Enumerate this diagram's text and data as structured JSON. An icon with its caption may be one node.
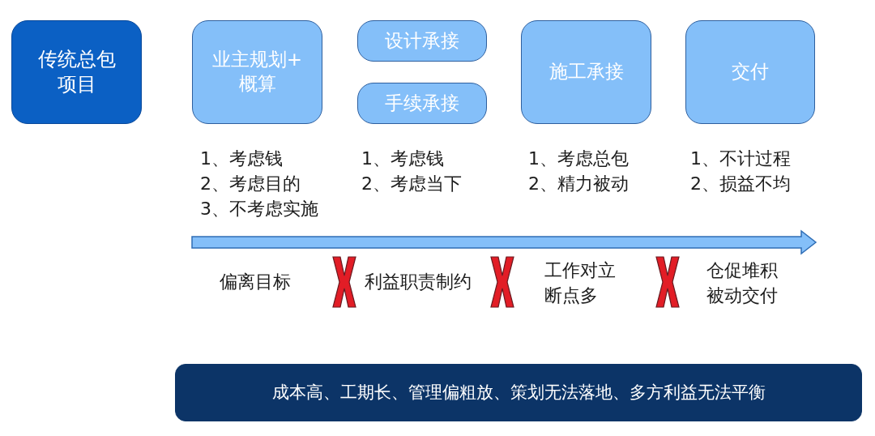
{
  "diagram": {
    "nodes": [
      {
        "text": [
          "传统总包项目"
        ]
      },
      {
        "text": [
          "业主规划+概算"
        ]
      },
      {
        "text": [
          "设计承接"
        ]
      },
      {
        "text": [
          "手续承接"
        ]
      },
      {
        "text": [
          "施工承接"
        ]
      },
      {
        "text": [
          "交付"
        ]
      },
      {
        "text": [
          "成本高、工期长、管理偏粗放、策划无法落地、多方利益无法平衡"
        ]
      }
    ],
    "labels": [
      "1、考虑钱",
      "2、考虑目的",
      "3、不考虑实施",
      "1、考虑钱",
      "2、考虑当下",
      "1、考虑总包",
      "2、精力被动",
      "1、不计过程",
      "2、损益不均",
      "偏离目标",
      "利益职责制约",
      "工作对立断点多",
      "仓促堆积被动交付"
    ]
  }
}
